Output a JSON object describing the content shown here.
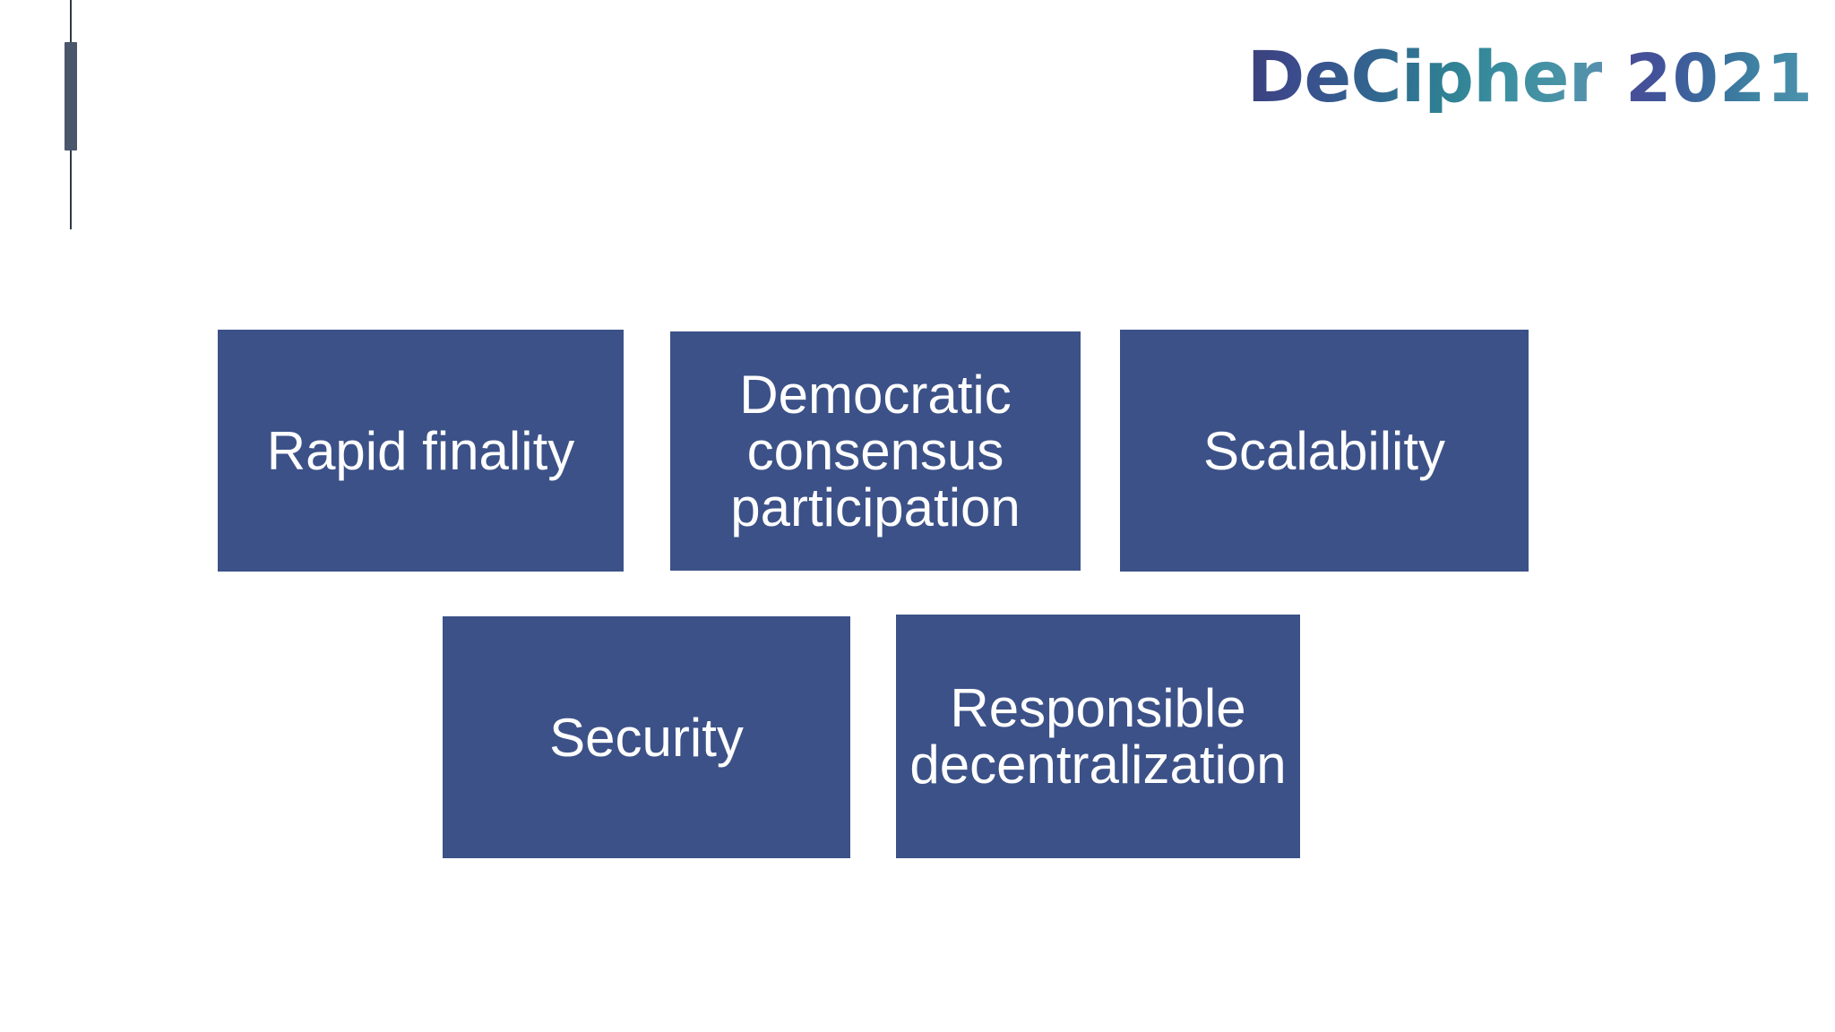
{
  "slide": {
    "background_color": "#ffffff",
    "box_fill_color": "#3c5187",
    "box_text_color": "#ffffff"
  },
  "accent": {
    "line_color": "#2f3a4a",
    "block_color": "#4a566b"
  },
  "logo": {
    "word": "DeCipher",
    "year": "2021",
    "gradient_start": "#3b3f7a",
    "gradient_mid": "#2f7f93",
    "gradient_end": "#5b8fb0"
  },
  "diagram": {
    "rows": [
      {
        "boxes": [
          {
            "id": "rapid-finality",
            "label": "Rapid finality"
          },
          {
            "id": "democratic-consensus",
            "label": "Democratic\nconsensus\nparticipation"
          },
          {
            "id": "scalability",
            "label": "Scalability"
          }
        ]
      },
      {
        "boxes": [
          {
            "id": "security",
            "label": "Security"
          },
          {
            "id": "responsible-decentralization",
            "label": "Responsible\ndecentralization"
          }
        ]
      }
    ]
  }
}
